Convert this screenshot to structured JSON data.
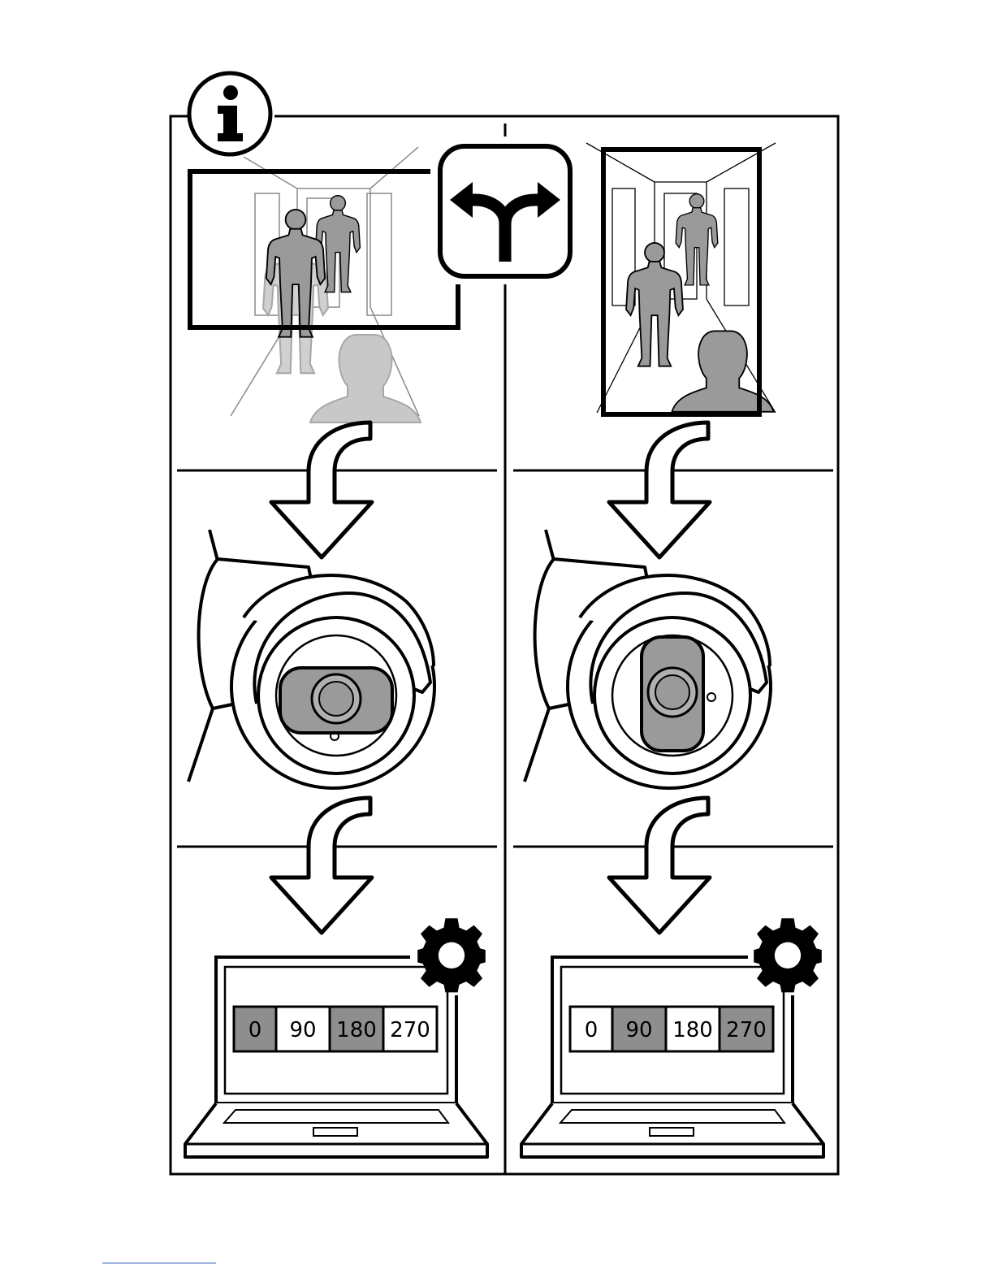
{
  "colors": {
    "line": "#000000",
    "figure_gray": "#9a9a9a",
    "figure_light": "#c9c9c9",
    "selected_cell": "#8e8e8e",
    "background": "#ffffff",
    "footer_link": "#2a4fb0"
  },
  "icons": {
    "info": "info-icon",
    "choice": "split-arrow-icon",
    "step_arrow": "curved-down-arrow-icon",
    "settings": "gear-icon",
    "camera": "bullet-camera-icon",
    "laptop": "laptop-icon"
  },
  "left_column": {
    "scene": "landscape corridor view",
    "rotation_options": [
      "0",
      "90",
      "180",
      "270"
    ],
    "selected": [
      "0",
      "180"
    ]
  },
  "right_column": {
    "scene": "portrait corridor view",
    "rotation_options": [
      "0",
      "90",
      "180",
      "270"
    ],
    "selected": [
      "90",
      "270"
    ]
  }
}
